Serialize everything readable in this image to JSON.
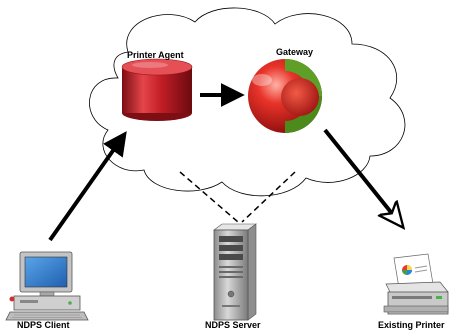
{
  "nodes": {
    "printer_agent": "Printer Agent",
    "gateway": "Gateway",
    "ndps_client": "NDPS Client",
    "ndps_server": "NDPS Server",
    "existing_printer": "Existing Printer"
  },
  "colors": {
    "agent_red": "#c8202a",
    "gateway_red": "#e3211f",
    "gateway_green": "#4d8a1c",
    "arrow": "#000000"
  }
}
